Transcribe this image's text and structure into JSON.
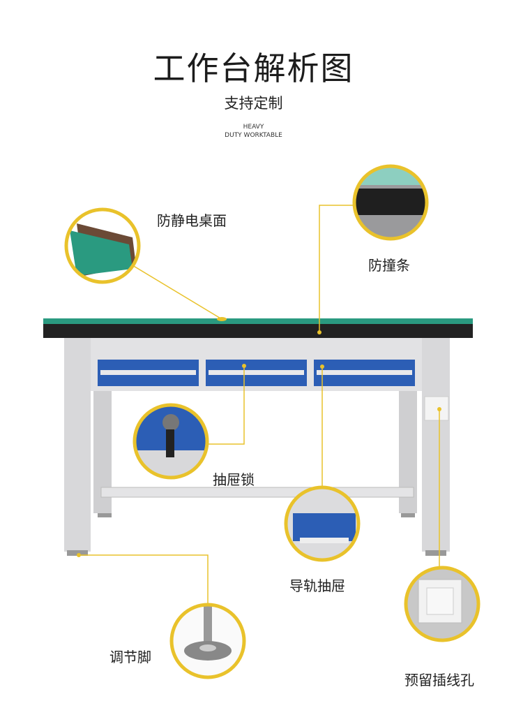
{
  "title": "工作台解析图",
  "subtitle": "支持定制",
  "english": {
    "line1": "HEAVY",
    "line2": "DUTY WORKTABLE"
  },
  "labels": {
    "mat": "防静电桌面",
    "bumper": "防撞条",
    "lock": "抽屉锁",
    "rail": "导轨抽屉",
    "foot": "调节脚",
    "socket": "预留插线孔"
  },
  "colors": {
    "accent": "#e9c22b",
    "tabletop": "#2a9a80",
    "drawer": "#2c5eb5",
    "frame": "#d9d9db"
  }
}
